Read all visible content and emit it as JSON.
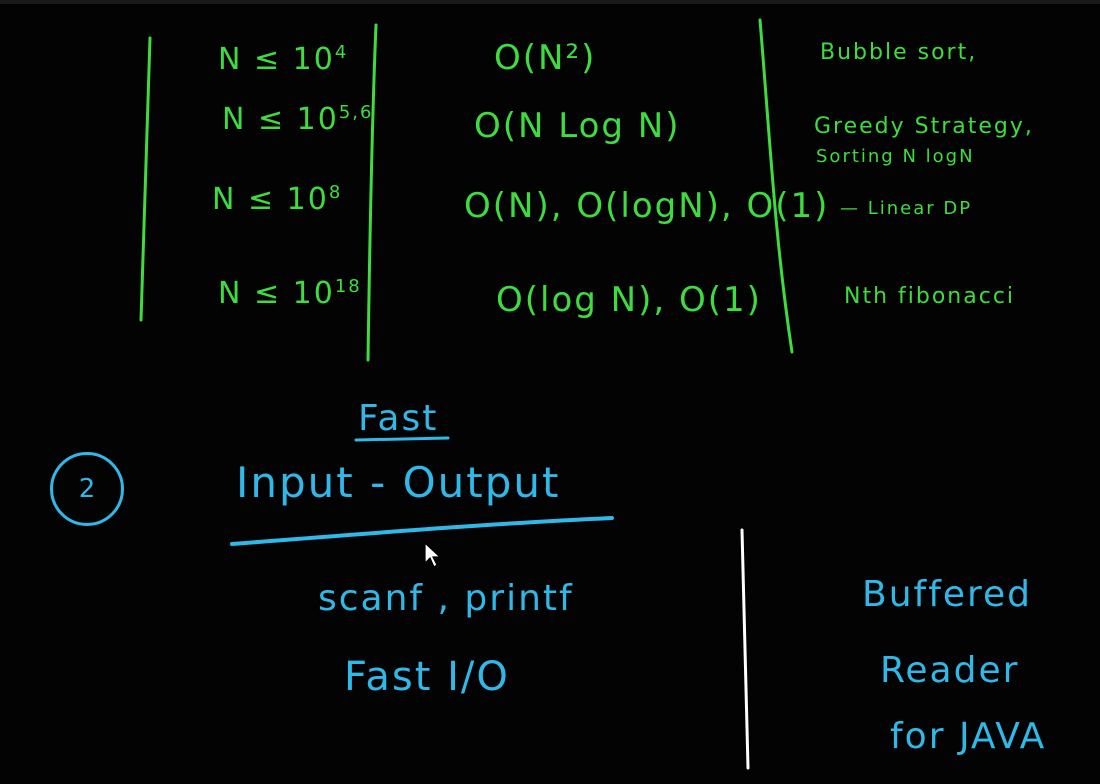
{
  "table": {
    "rows": [
      {
        "n_base": "N ≤ 10",
        "n_exp": "4",
        "complexity": "O(N²)",
        "approach": "Bubble sort,",
        "approach2": ""
      },
      {
        "n_base": "N ≤ 10",
        "n_exp": "5,6",
        "complexity": "O(N Log N)",
        "approach": "Greedy Strategy,",
        "approach2": "Sorting N logN"
      },
      {
        "n_base": "N ≤ 10",
        "n_exp": "8",
        "complexity": "O(N), O(logN), O(1)",
        "approach": "— Linear DP",
        "approach2": ""
      },
      {
        "n_base": "N ≤ 10",
        "n_exp": "18",
        "complexity": "O(log N), O(1)",
        "approach": "Nth fibonacci",
        "approach2": ""
      }
    ]
  },
  "section2": {
    "number": "2",
    "fast_label": "Fast",
    "title": "Input - Output",
    "left_line1": "scanf , printf",
    "left_line2": "Fast I/O",
    "right_line1": "Buffered",
    "right_line2": "Reader",
    "right_line3": "for JAVA"
  },
  "colors": {
    "background": "#030303",
    "green_ink": "#3fdc3f",
    "blue_ink": "#2fb8e8"
  }
}
